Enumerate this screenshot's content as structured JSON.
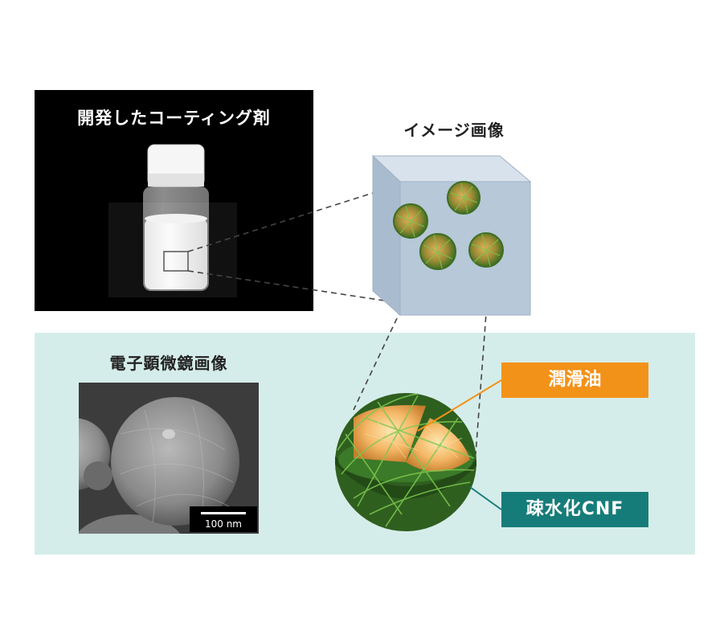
{
  "titles": {
    "coating_agent": "開発したコーティング剤",
    "image_concept": "イメージ画像",
    "electron_micrograph": "電子顕微鏡画像"
  },
  "labels": {
    "lubricating_oil": "潤滑油",
    "hydrophobic_cnf": "疎水化CNF"
  },
  "scale_bar": {
    "text": "100 nm"
  },
  "colors": {
    "teal_panel": "#d5edea",
    "orange_label": "#f39219",
    "teal_label": "#167c79",
    "cube_face": "#b7c8d8",
    "fiber_green": "#3f8a2c"
  }
}
